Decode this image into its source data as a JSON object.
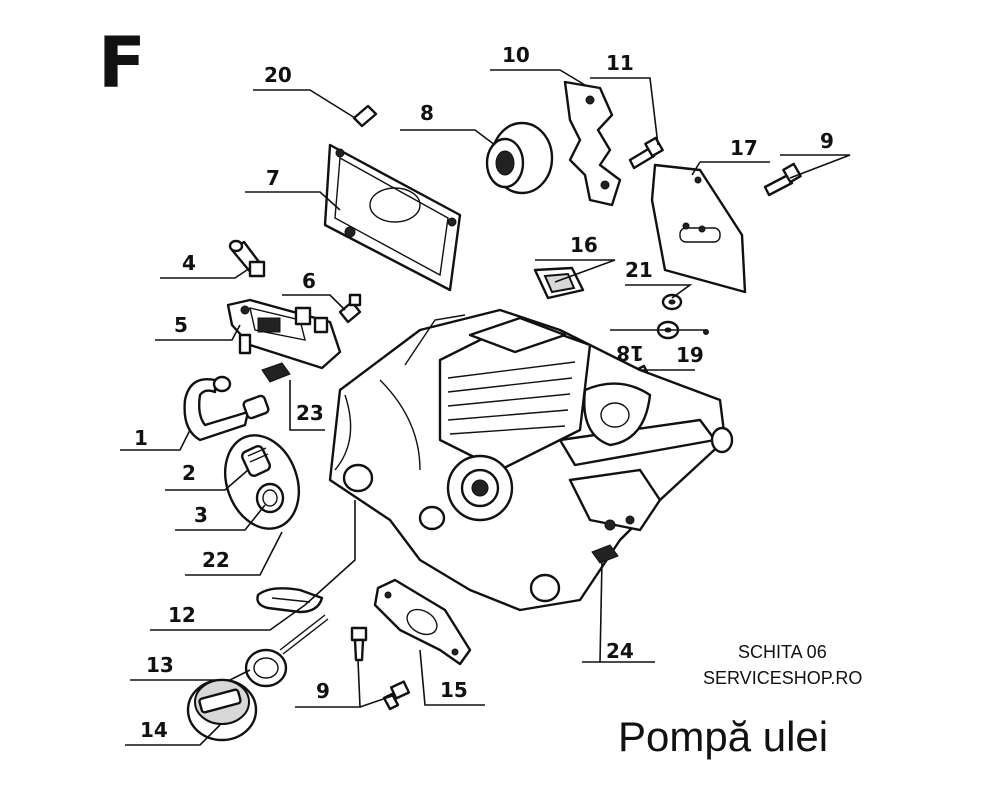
{
  "section_letter": "F",
  "schema_code": "SCHITA 06",
  "shop_name": "SERVICESHOP.RO",
  "title": "Pompă ulei",
  "callouts": [
    "1",
    "2",
    "3",
    "4",
    "5",
    "6",
    "7",
    "8",
    "9",
    "9",
    "10",
    "11",
    "12",
    "13",
    "14",
    "15",
    "16",
    "17",
    "18",
    "19",
    "20",
    "21",
    "22",
    "23",
    "24"
  ]
}
